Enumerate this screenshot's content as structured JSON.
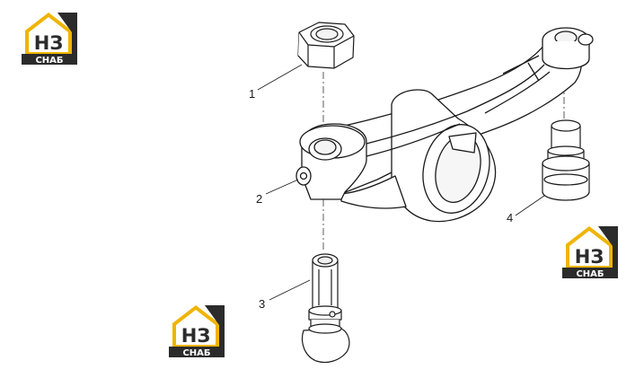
{
  "logos": [
    {
      "id": "logo-top-left",
      "mark": "НЗ",
      "caption": "СНАБ"
    },
    {
      "id": "logo-right",
      "mark": "НЗ",
      "caption": "СНАБ"
    },
    {
      "id": "logo-bottom",
      "mark": "НЗ",
      "caption": "СНАБ"
    }
  ],
  "callouts": {
    "c1": "1",
    "c2": "2",
    "c3": "3",
    "c4": "4"
  },
  "colors": {
    "logo_yellow": "#f0b400",
    "logo_dark": "#2b2b2b",
    "line": "#222222"
  }
}
